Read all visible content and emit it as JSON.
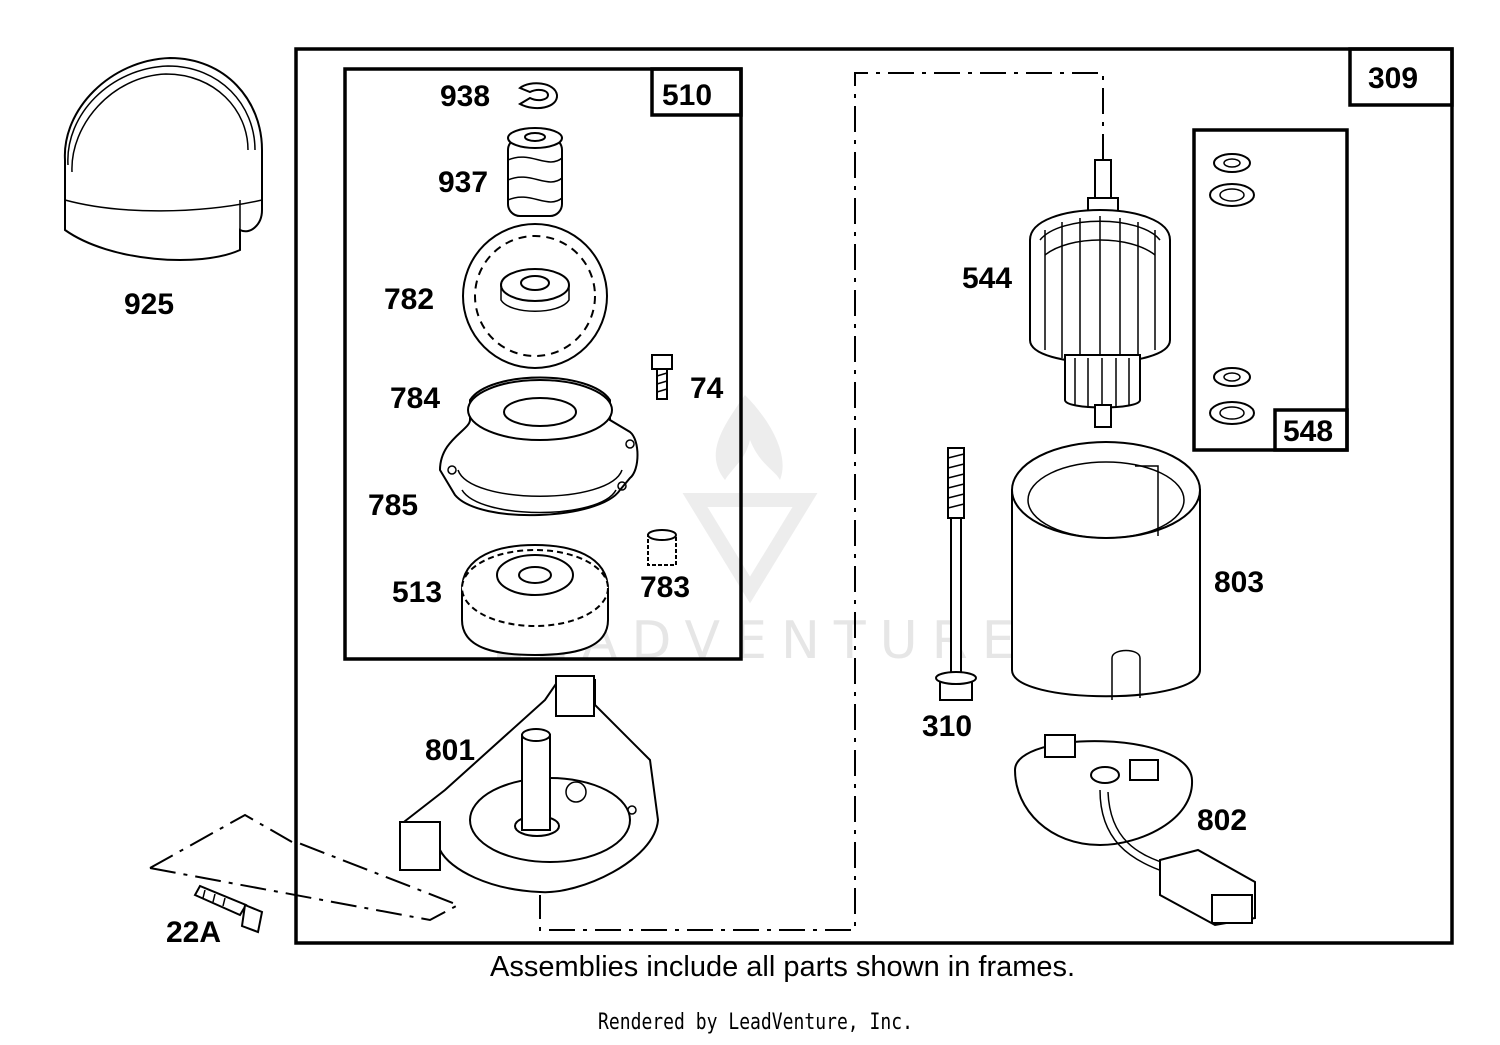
{
  "frames": {
    "outer": "309",
    "gear_assembly": "510",
    "washer_kit": "548"
  },
  "parts": {
    "p925": "925",
    "p938": "938",
    "p937": "937",
    "p782": "782",
    "p784": "784",
    "p74": "74",
    "p785": "785",
    "p513": "513",
    "p783": "783",
    "p801": "801",
    "p22a": "22A",
    "p544": "544",
    "p803": "803",
    "p310": "310",
    "p802": "802"
  },
  "note": "Assemblies include all parts shown in frames.",
  "credit": "Rendered by LeadVenture, Inc.",
  "watermark": "LEADVENTURE"
}
